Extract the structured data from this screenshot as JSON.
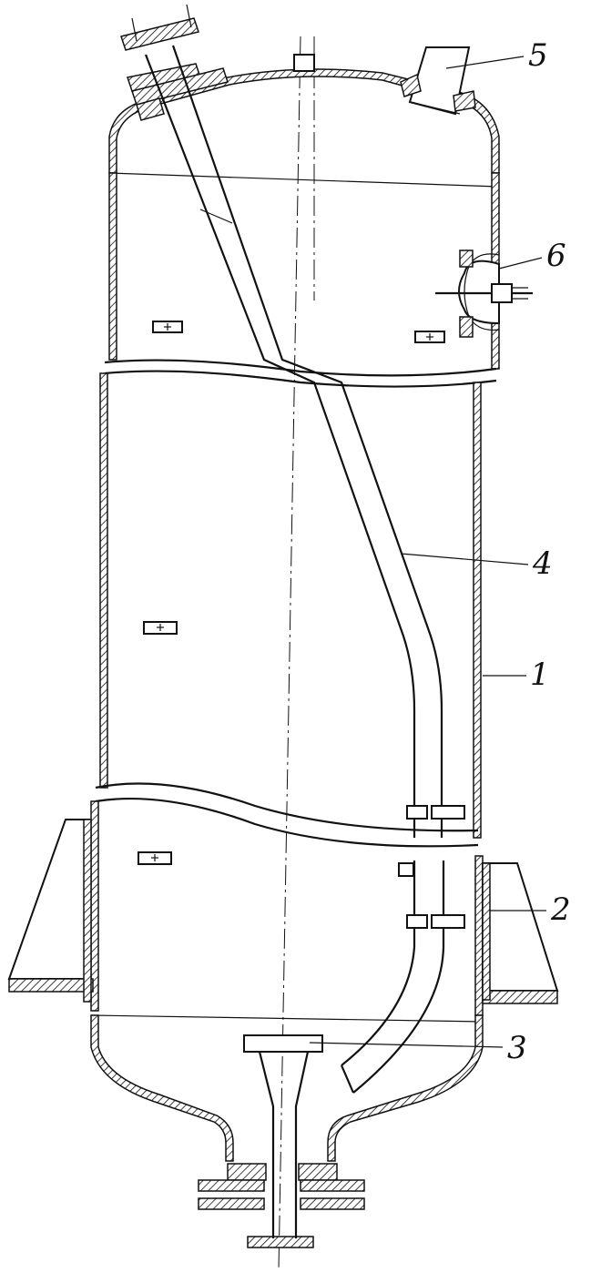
{
  "callouts": [
    {
      "id": "shell",
      "label": "1"
    },
    {
      "id": "support",
      "label": "2"
    },
    {
      "id": "bottom-nozzle",
      "label": "3"
    },
    {
      "id": "inlet-pipe",
      "label": "4"
    },
    {
      "id": "top-nozzle",
      "label": "5"
    },
    {
      "id": "manhole",
      "label": "6"
    }
  ],
  "colors": {
    "line": "#111111",
    "background": "#ffffff"
  }
}
